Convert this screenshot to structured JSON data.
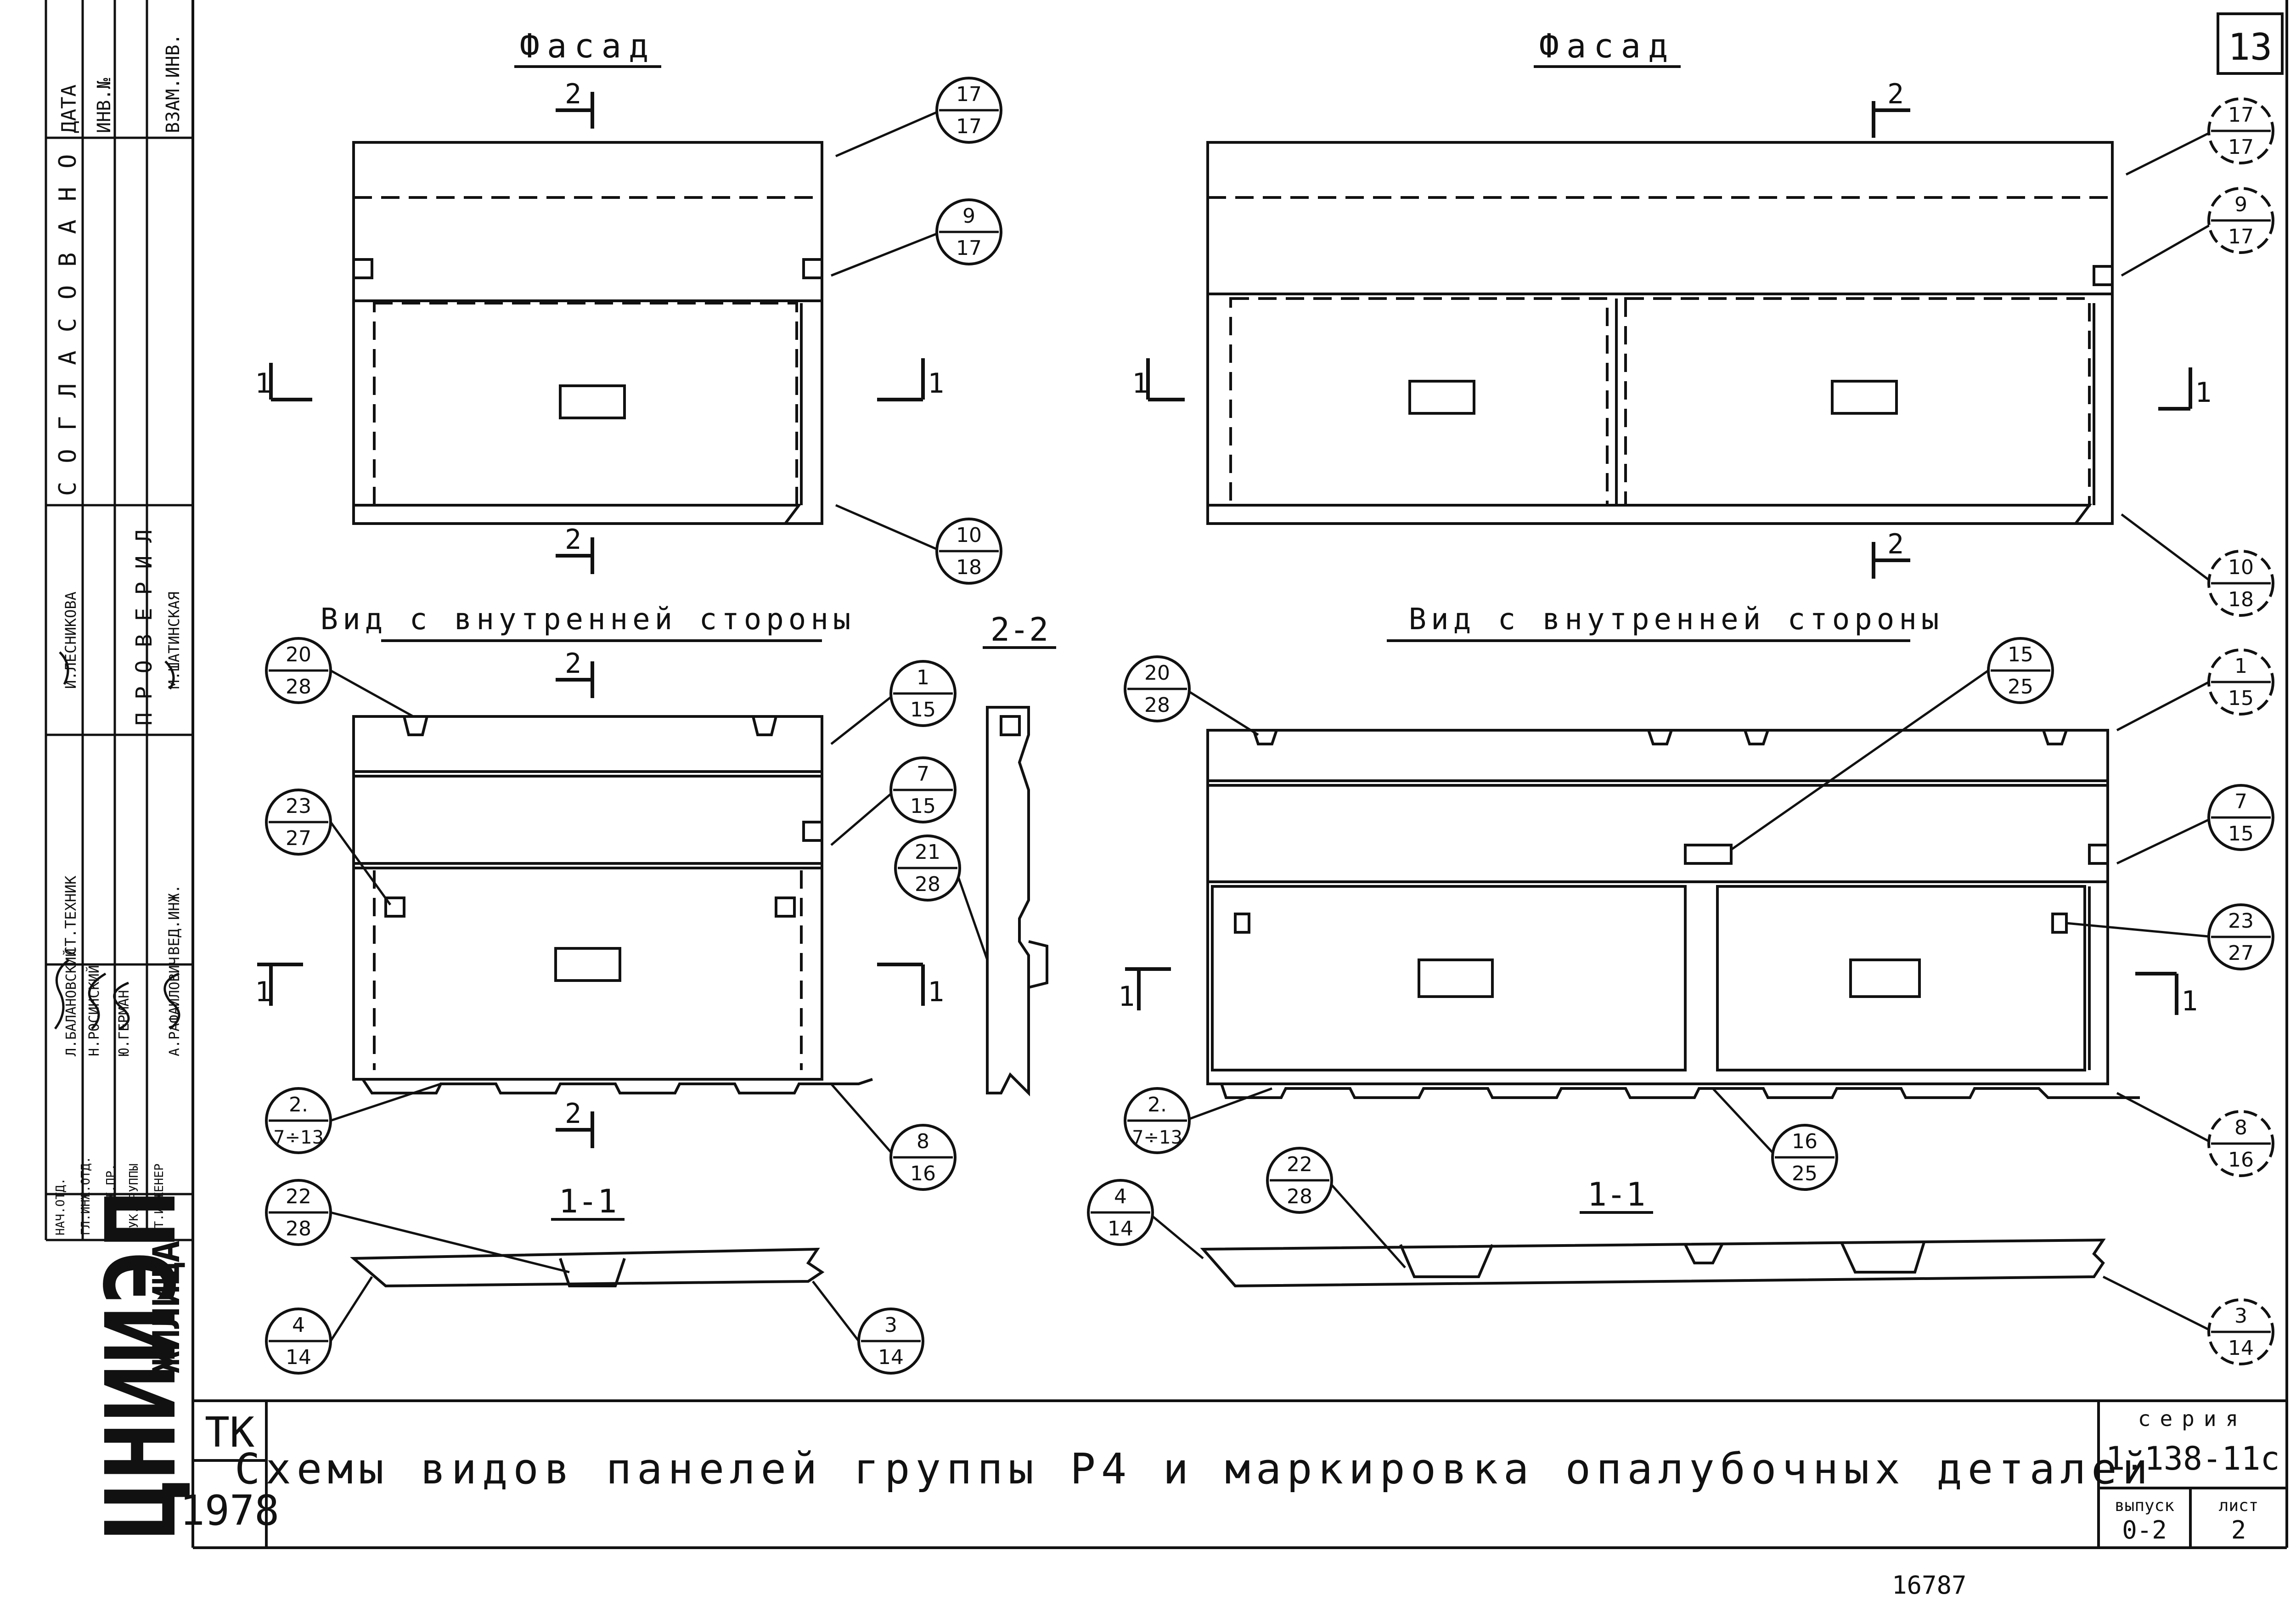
{
  "sheet_number": "13",
  "title": "Схемы видов панелей группы Р4 и маркировка опалубочных деталей",
  "tk_block": {
    "tk": "ТК",
    "year": "1978"
  },
  "series_block": {
    "series_label": "серия",
    "series": "1.138-11с",
    "issue_label": "выпуск",
    "issue": "0-2",
    "sheet_label": "лист",
    "sheet": "2"
  },
  "views": {
    "facade": "Фасад",
    "inner_view": "Вид с внутренней стороны",
    "section_2_2": "2-2",
    "section_1_1": "1-1"
  },
  "cut_marks": {
    "two": "2",
    "one": "1"
  },
  "left_callouts": {
    "facade": [
      {
        "top": "17",
        "bottom": "17"
      },
      {
        "top": "9",
        "bottom": "17"
      },
      {
        "top": "10",
        "bottom": "18"
      }
    ],
    "inner": [
      {
        "top": "20",
        "bottom": "28"
      },
      {
        "top": "1",
        "bottom": "15"
      },
      {
        "top": "7",
        "bottom": "15"
      },
      {
        "top": "23",
        "bottom": "27"
      },
      {
        "top": "2.",
        "bottom": "7÷13"
      },
      {
        "top": "8",
        "bottom": "16"
      },
      {
        "top": "21",
        "bottom": "28"
      }
    ],
    "section": [
      {
        "top": "22",
        "bottom": "28"
      },
      {
        "top": "4",
        "bottom": "14"
      },
      {
        "top": "3",
        "bottom": "14"
      }
    ]
  },
  "right_callouts": {
    "facade": [
      {
        "top": "17",
        "bottom": "17"
      },
      {
        "top": "9",
        "bottom": "17"
      },
      {
        "top": "10",
        "bottom": "18"
      }
    ],
    "inner": [
      {
        "top": "20",
        "bottom": "28"
      },
      {
        "top": "15",
        "bottom": "25"
      },
      {
        "top": "1",
        "bottom": "15"
      },
      {
        "top": "7",
        "bottom": "15"
      },
      {
        "top": "23",
        "bottom": "27"
      },
      {
        "top": "2.",
        "bottom": "7÷13"
      },
      {
        "top": "16",
        "bottom": "25"
      },
      {
        "top": "8",
        "bottom": "16"
      }
    ],
    "section": [
      {
        "top": "22",
        "bottom": "28"
      },
      {
        "top": "4",
        "bottom": "14"
      },
      {
        "top": "3",
        "bottom": "14"
      }
    ]
  },
  "left_stamp": {
    "header": [
      "ДАТА",
      "ИНВ.№",
      "ВЗАМ.ИНВ."
    ],
    "agreed": "СОГЛАСОВАНО",
    "checked": "ПРОВЕРИЛ",
    "roles": [
      "НАЧ.ОТД.",
      "ГЛ.ИНЖ.ОТД.",
      "ГЛ.ИНЖ.ПР.",
      "РУК.ГРУППЫ",
      "СТ.ИНЖЕНЕР"
    ],
    "names": [
      "Л.БАЛАНОВСКИЙ",
      "Н.РОСИНСКИЙ",
      "Ю.ГЕРМАН",
      "А.РАФАИЛОВИЧ"
    ],
    "checker_roles": [
      "СТ.ТЕХНИК",
      "ВЕД.ИНЖ."
    ],
    "checker_names": [
      "И.ЛЕСНИКОВА",
      "М.ШАТИНСКАЯ"
    ],
    "institute": "ЦНИИЭП",
    "institute_sub": "ЖИЛИЩА"
  },
  "bottom_note": "16787"
}
